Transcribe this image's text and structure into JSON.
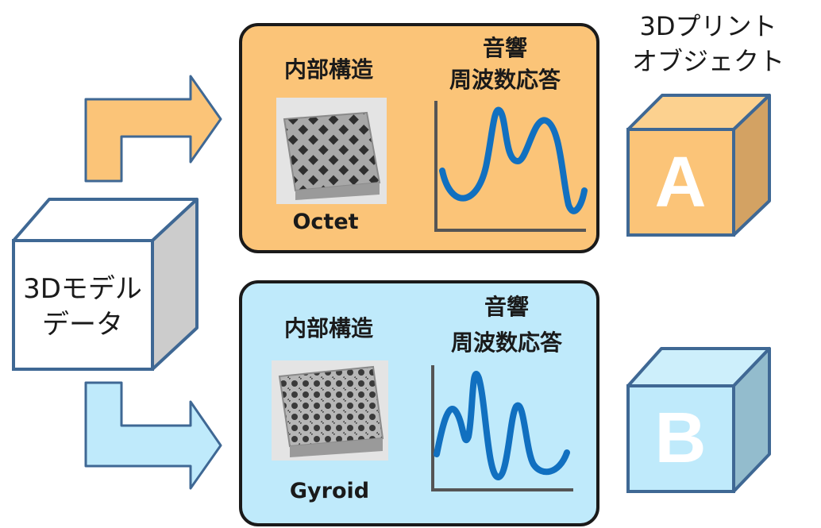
{
  "model_label": {
    "line1": "3Dモデル",
    "line2": "データ"
  },
  "output_label": {
    "line1": "3Dプリント",
    "line2": "オブジェクト"
  },
  "panel_a": {
    "structure_heading": "内部構造",
    "response_heading_1": "音響",
    "response_heading_2": "周波数応答",
    "sample_name": "Octet",
    "object_letter": "A",
    "colors": {
      "panel": "#fbc478",
      "arrow": "#fbc478",
      "cube_front": "#fbc478",
      "cube_top": "#fcd18f",
      "cube_side": "#d3a263"
    }
  },
  "panel_b": {
    "structure_heading": "内部構造",
    "response_heading_1": "音響",
    "response_heading_2": "周波数応答",
    "sample_name": "Gyroid",
    "object_letter": "B",
    "colors": {
      "panel": "#bfeafb",
      "arrow": "#bfeafb",
      "cube_front": "#bfeafb",
      "cube_top": "#cdeffb",
      "cube_side": "#93bccd"
    }
  },
  "colors": {
    "outline": "#3f6894",
    "curve": "#1170c0",
    "axes": "#555555",
    "model_cube_side": "#cccccc"
  }
}
